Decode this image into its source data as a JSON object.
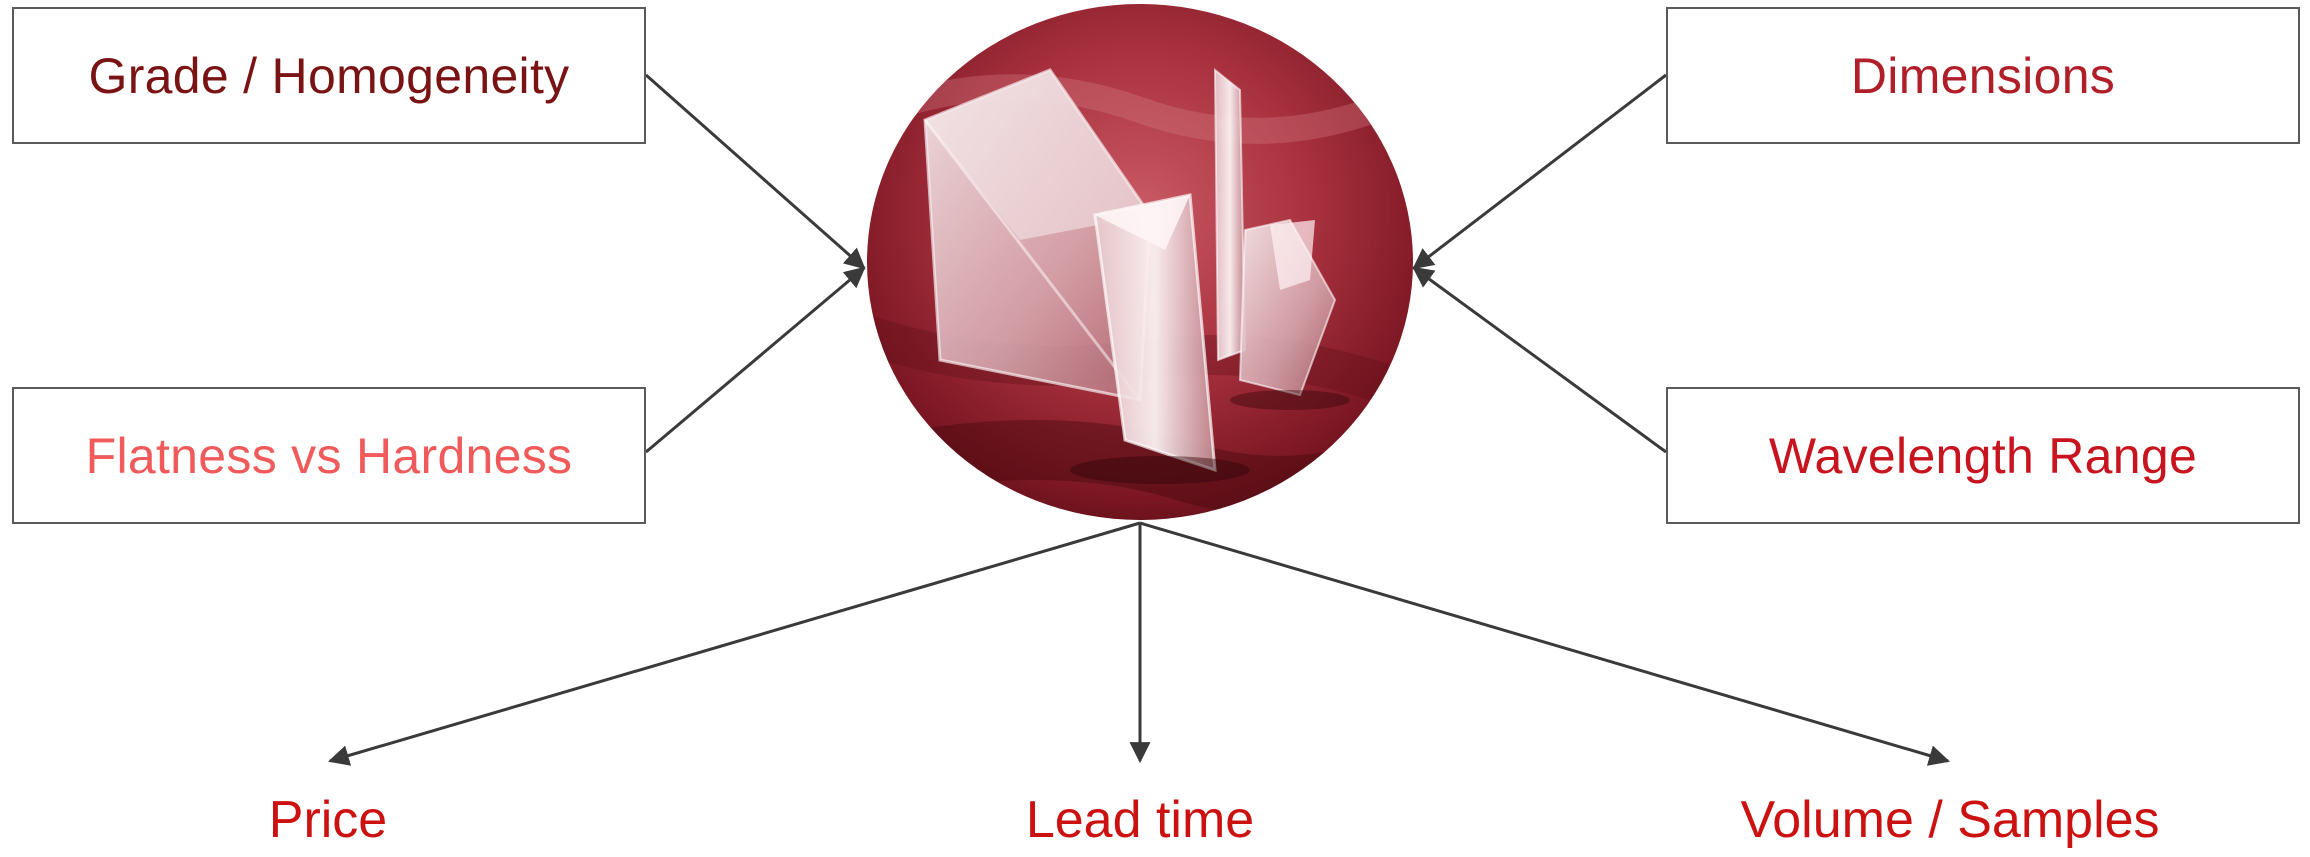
{
  "inputs": [
    {
      "id": "grade",
      "label": "Grade / Homogeneity",
      "color": "#7a1414"
    },
    {
      "id": "flatness",
      "label": "Flatness vs Hardness",
      "color": "#f05a5a"
    },
    {
      "id": "dimensions",
      "label": "Dimensions",
      "color": "#b01e28"
    },
    {
      "id": "wavelength",
      "label": "Wavelength Range",
      "color": "#c8141e"
    }
  ],
  "outputs": [
    {
      "id": "price",
      "label": "Price",
      "color": "#cc1111"
    },
    {
      "id": "leadtime",
      "label": "Lead time",
      "color": "#cc1111"
    },
    {
      "id": "volume",
      "label": "Volume / Samples",
      "color": "#cc1111"
    }
  ],
  "center_image": {
    "icon": "optical-prisms-photo",
    "theme_color": "#8e1f2a"
  },
  "arrow_color": "#3a3a3a"
}
